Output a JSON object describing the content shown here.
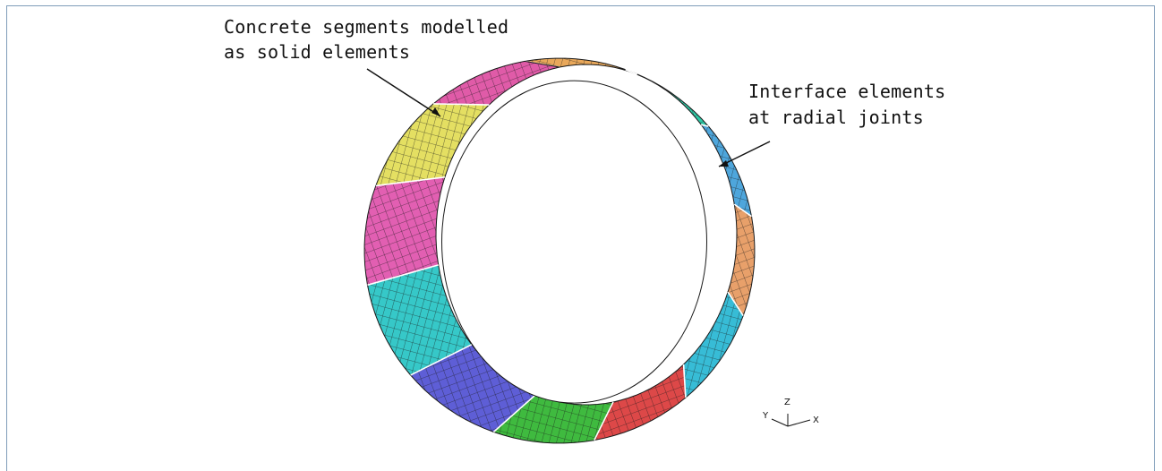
{
  "annotations": {
    "concrete_line1": "Concrete segments modelled",
    "concrete_line2": "as solid elements",
    "interface_line1": "Interface elements",
    "interface_line2": "at radial joints"
  },
  "axes": {
    "z": "Z",
    "y": "Y",
    "x": "X"
  },
  "colors": {
    "frame": "#7f9db9",
    "mesh_line": "#1a1a1a",
    "segments": [
      "#e9a85a",
      "#2ec9a6",
      "#4ea6dc",
      "#e8a06a",
      "#37bcd6",
      "#dd4848",
      "#3fba3f",
      "#5e5ed6",
      "#36c8c8",
      "#e25fb2",
      "#e4df62",
      "#e05ba8"
    ]
  }
}
